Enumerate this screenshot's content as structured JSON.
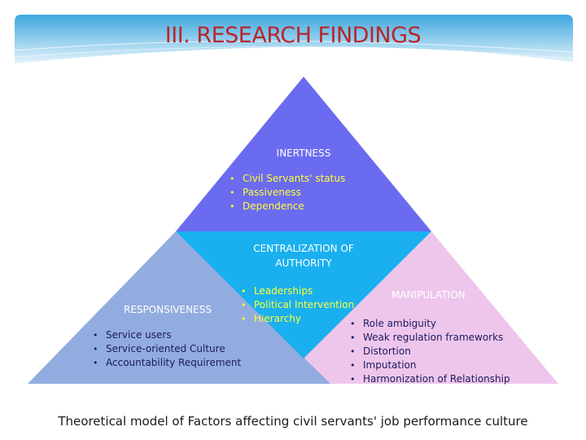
{
  "title": "III. RESEARCH FINDINGS",
  "colors": {
    "title": "#b8262b",
    "inertness_fill": "#6b6bf0",
    "centralization_fill": "#1ab0ef",
    "responsiveness_fill": "#93acdf",
    "manipulation_fill": "#eec6ec",
    "bullet_text_top": "#ffff33",
    "bullet_text_bottom": "#1a1a5e"
  },
  "diagram": {
    "inertness": {
      "label": "INERTNESS",
      "items": [
        "Civil Servants' status",
        "Passiveness",
        "Dependence"
      ]
    },
    "centralization": {
      "label": "CENTRALIZATION OF AUTHORITY",
      "items": [
        "Leaderships",
        "Political Intervention",
        "Hierarchy"
      ]
    },
    "responsiveness": {
      "label": "RESPONSIVENESS",
      "items": [
        "Service users",
        "Service-oriented Culture",
        "Accountability Requirement"
      ]
    },
    "manipulation": {
      "label": "MANIPULATION",
      "items": [
        "Role ambiguity",
        "Weak regulation frameworks",
        "Distortion",
        "Imputation",
        "Harmonization of Relationship"
      ]
    }
  },
  "caption": "Theoretical model of Factors affecting civil servants' job performance culture"
}
